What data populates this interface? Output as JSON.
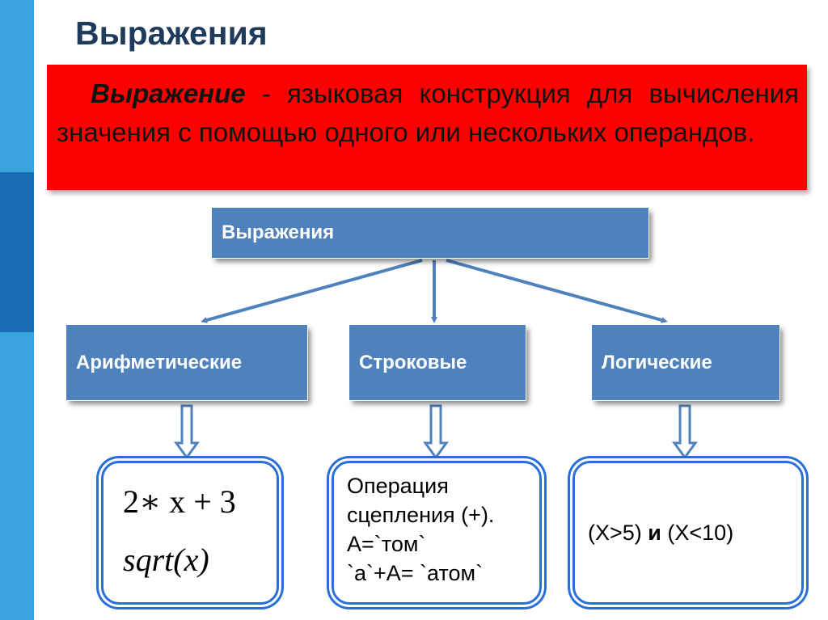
{
  "title": "Выражения",
  "definition": {
    "term": "Выражение",
    "text": " - языковая конструкция для вычисления значения с помощью одного или нескольких операндов."
  },
  "diagram": {
    "root": "Выражения",
    "children": [
      {
        "label": "Арифметические"
      },
      {
        "label": "Строковые"
      },
      {
        "label": "Логические"
      }
    ]
  },
  "examples": {
    "arithmetic": {
      "line1": "2∗ x + 3",
      "line2": "sqrt(x)"
    },
    "string": {
      "line1": "Операция",
      "line2": "сцепления (+).",
      "line3": "A=`том`",
      "line4": "`a`+A= `атом`"
    },
    "logic": {
      "part1": "(X>5) ",
      "part2": "и",
      "part3": " (X<10)"
    }
  },
  "colors": {
    "side_bar": "#3aa4de",
    "side_accent": "#1c6db7",
    "definition_bg": "#fd0000",
    "node_fill": "#4f81bd",
    "arrow": "#4f81bd",
    "example_border": "#2a6fd8"
  }
}
